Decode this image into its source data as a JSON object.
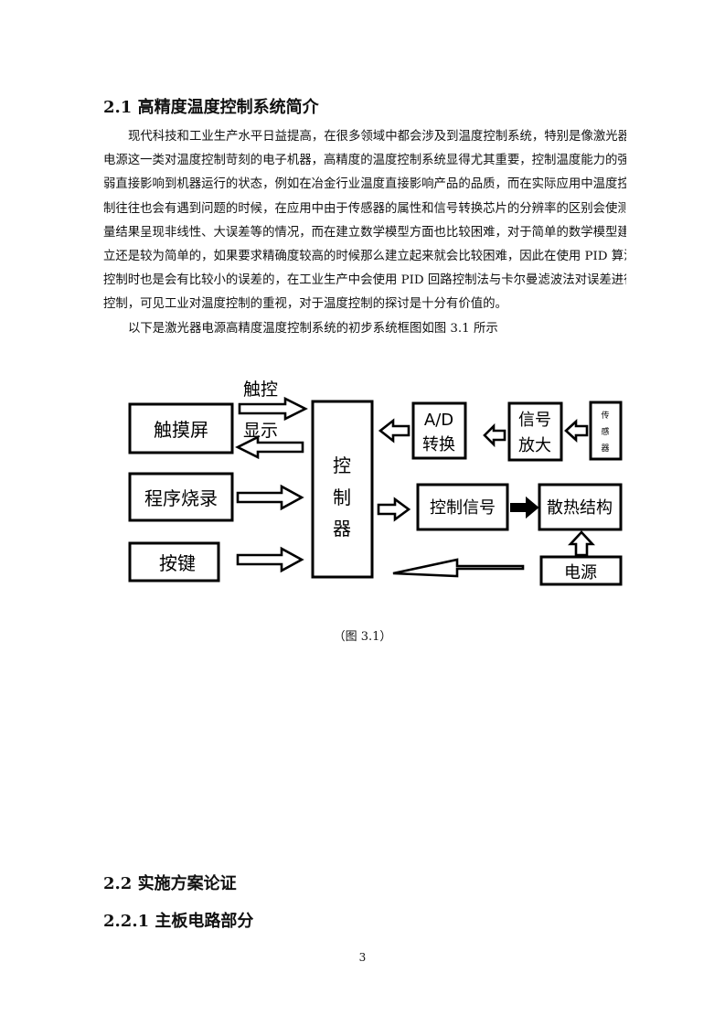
{
  "section_2_1": {
    "title": "2.1 高精度温度控制系统简介",
    "paragraph_lines": [
      "现代科技和工业生产水平日益提高，在很多领域中都会涉及到温度控制系统，特别是像激光器",
      "电源这一类对温度控制苛刻的电子机器，高精度的温度控制系统显得尤其重要，控制温度能力的强",
      "弱直接影响到机器运行的状态，例如在冶金行业温度直接影响产品的品质，而在实际应用中温度控",
      "制往往也会有遇到问题的时候，在应用中由于传感器的属性和信号转换芯片的分辨率的区别会使测",
      "量结果呈现非线性、大误差等的情况，而在建立数学模型方面也比较困难，对于简单的数学模型建",
      "立还是较为简单的，如果要求精确度较高的时候那么建立起来就会比较困难，因此在使用 PID 算法",
      "控制时也是会有比较小的误差的，在工业生产中会使用 PID 回路控制法与卡尔曼滤波法对误差进行",
      "控制，可见工业对温度控制的重视，对于温度控制的探讨是十分有价值的。"
    ],
    "intro_line": "以下是激光器电源高精度温度控制系统的初步系统框图如图 3.1 所示"
  },
  "diagram": {
    "blocks": {
      "touchscreen": "触摸屏",
      "program_burn": "程序烧录",
      "keys": "按键",
      "controller": [
        "控",
        "制",
        "器"
      ],
      "adc": [
        "A/D",
        "转换"
      ],
      "amplifier": [
        "信号",
        "放大"
      ],
      "sensor": [
        "传",
        "感",
        "器"
      ],
      "control_signal": "控制信号",
      "heat_sink": "散热结构",
      "power": "电源"
    },
    "labels": {
      "touch": "触控",
      "display": "显示"
    }
  },
  "caption": "（图 3.1）",
  "section_2_2": {
    "title": "2.2 实施方案论证"
  },
  "section_2_2_1": {
    "title": "2.2.1 主板电路部分"
  },
  "page_number": "3"
}
